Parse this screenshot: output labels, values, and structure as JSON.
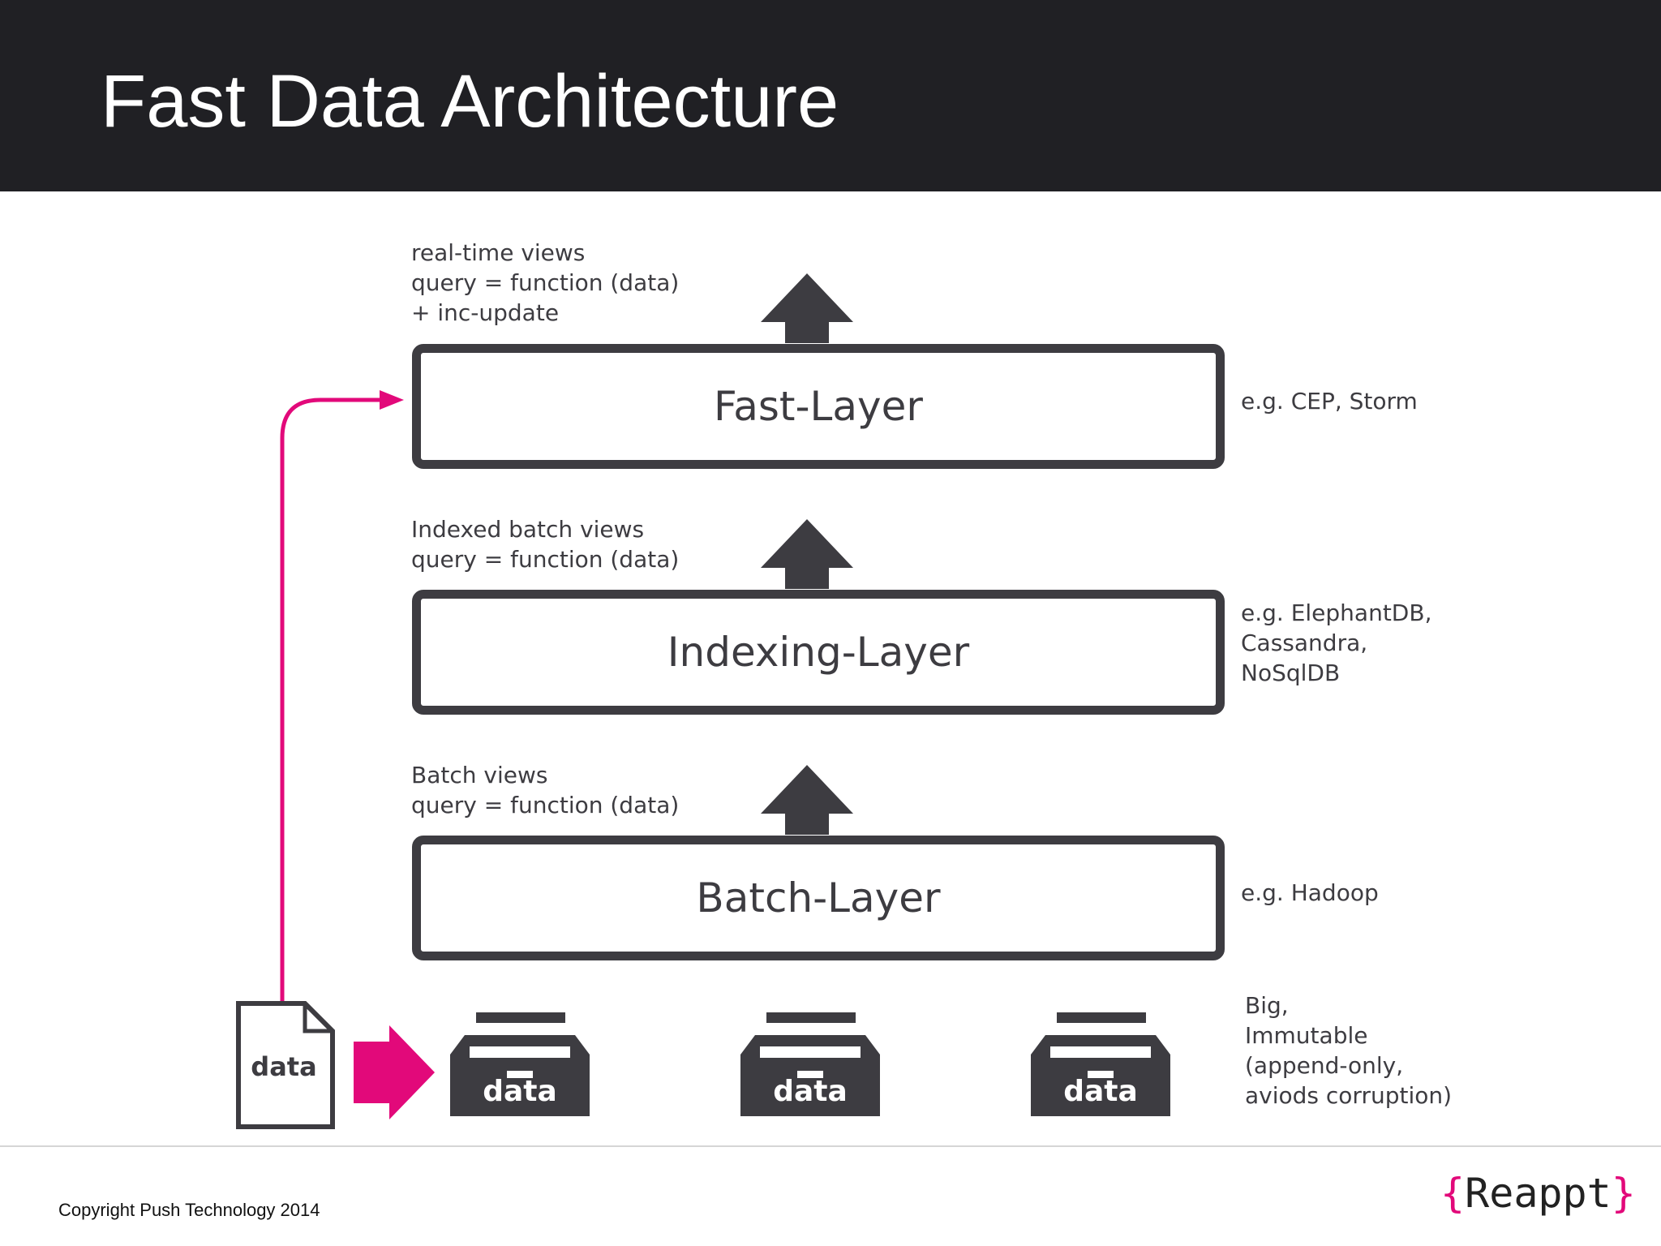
{
  "header": {
    "title": "Fast Data Architecture"
  },
  "layers": [
    {
      "label": "Fast-Layer",
      "description": [
        "real-time views",
        "query = function (data)",
        "+ inc-update"
      ],
      "examples": [
        "e.g. CEP, Storm"
      ]
    },
    {
      "label": "Indexing-Layer",
      "description": [
        "Indexed batch views",
        "query = function (data)"
      ],
      "examples": [
        "e.g. ElephantDB,",
        "Cassandra,",
        "NoSqlDB"
      ]
    },
    {
      "label": "Batch-Layer",
      "description": [
        "Batch views",
        "query = function (data)"
      ],
      "examples": [
        "e.g. Hadoop"
      ]
    }
  ],
  "data_store": {
    "incoming_label": "data",
    "bins": [
      "data",
      "data",
      "data"
    ],
    "notes": [
      "Big,",
      "Immutable",
      "(append-only,",
      "aviods corruption)"
    ]
  },
  "colors": {
    "accent": "#e2097a",
    "dark": "#3d3c41",
    "header_bg": "#202024"
  },
  "icons": {
    "arrow": "up-arrow-icon",
    "bin": "archive-box-icon",
    "doc": "document-icon"
  },
  "footer": {
    "copyright": "Copyright Push Technology 2014",
    "logo_text": "Reappt",
    "logo_open": "{",
    "logo_close": "}"
  }
}
